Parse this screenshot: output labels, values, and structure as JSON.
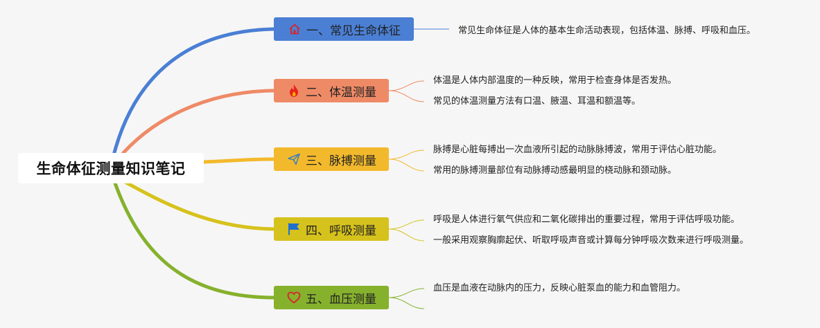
{
  "root": {
    "title": "生命体征测量知识笔记"
  },
  "colors": {
    "branch_1": "#4a7fd4",
    "branch_2": "#ef8a66",
    "branch_3": "#f3b92c",
    "branch_4": "#d6c21c",
    "branch_5": "#86b12d",
    "background": "#f6f6f6"
  },
  "topics": [
    {
      "label": "一、常见生命体征",
      "icon": "house-icon",
      "notes": [
        "常见生命体征是人体的基本生命活动表现，包括体温、脉搏、呼吸和血压。"
      ]
    },
    {
      "label": "二、体温测量",
      "icon": "fire-icon",
      "notes": [
        "体温是人体内部温度的一种反映，常用于检查身体是否发热。",
        "常见的体温测量方法有口温、腋温、耳温和额温等。"
      ]
    },
    {
      "label": "三、脉搏测量",
      "icon": "paper-plane-icon",
      "notes": [
        "脉搏是心脏每搏出一次血液所引起的动脉脉搏波，常用于评估心脏功能。",
        "常用的脉搏测量部位有动脉搏动感最明显的桡动脉和颈动脉。"
      ]
    },
    {
      "label": "四、呼吸测量",
      "icon": "flag-icon",
      "notes": [
        "呼吸是人体进行氧气供应和二氧化碳排出的重要过程，常用于评估呼吸功能。",
        "一般采用观察胸廓起伏、听取呼吸声音或计算每分钟呼吸次数来进行呼吸测量。"
      ]
    },
    {
      "label": "五、血压测量",
      "icon": "heart-icon",
      "notes": [
        "血压是血液在动脉内的压力，反映心脏泵血的能力和血管阻力。"
      ]
    }
  ]
}
